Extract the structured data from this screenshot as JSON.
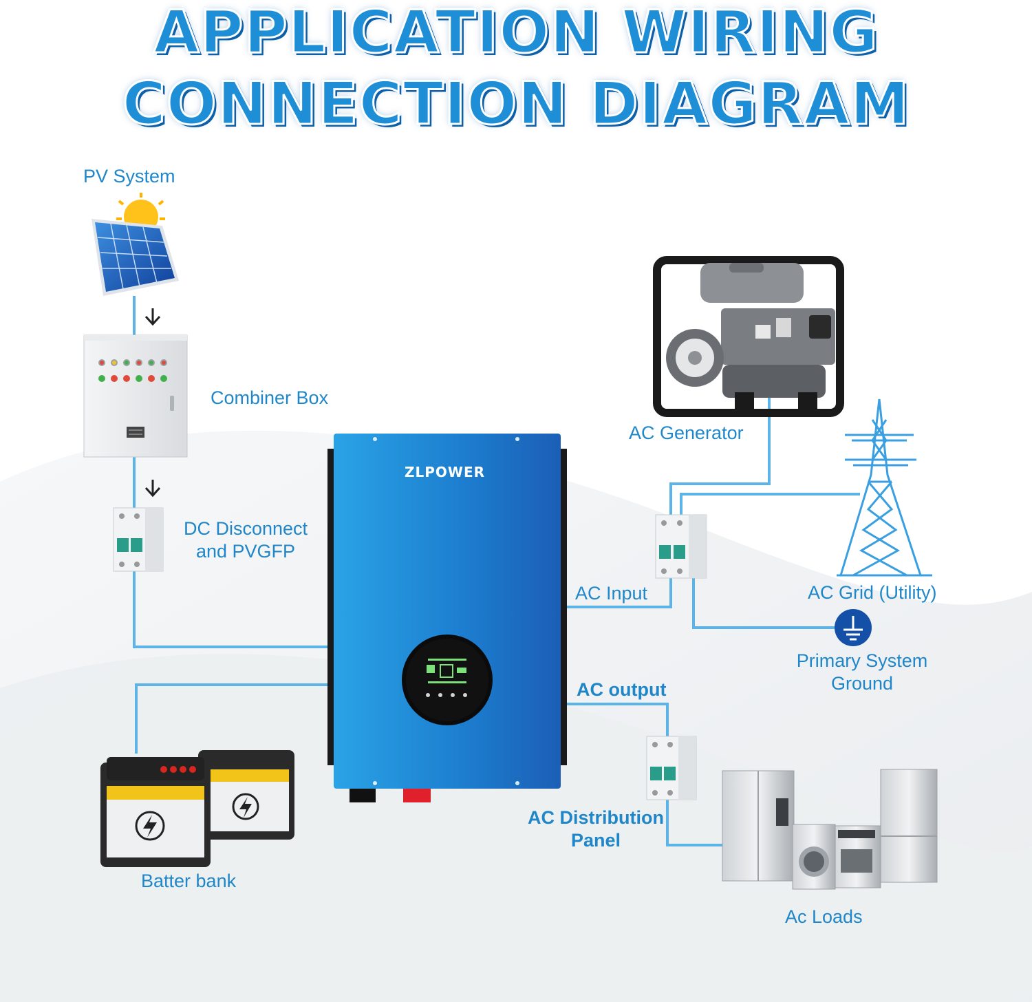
{
  "title": {
    "line1": "APPLICATION WIRING",
    "line2": "CONNECTION DIAGRAM"
  },
  "labels": {
    "pv_system": "PV System",
    "combiner_box": "Combiner Box",
    "dc_disconnect_line1": "DC Disconnect",
    "dc_disconnect_line2": "and PVGFP",
    "batter_bank": "Batter bank",
    "ac_generator": "AC Generator",
    "ac_input": "AC Input",
    "ac_grid": "AC Grid (Utility)",
    "primary_ground_line1": "Primary System",
    "primary_ground_line2": "Ground",
    "ac_output": "AC output",
    "ac_distribution_line1": "AC Distribution",
    "ac_distribution_line2": "Panel",
    "ac_loads": "Ac Loads"
  },
  "inverter": {
    "brand": "ZLPOWER"
  },
  "colors": {
    "wire": "#5db3e6",
    "label": "#1f87c9",
    "inverter_body": "#1b78c8",
    "ground_symbol": "#1550a8"
  }
}
